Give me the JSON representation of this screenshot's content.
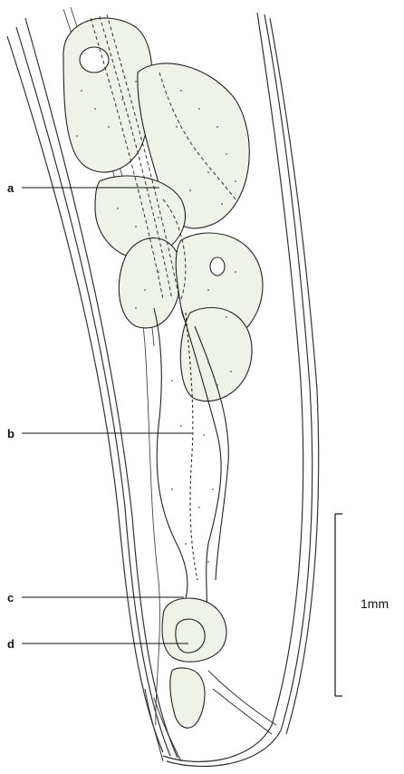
{
  "figure": {
    "labels": {
      "a": "a",
      "b": "b",
      "c": "c",
      "d": "d"
    },
    "scale_bar": {
      "text": "1mm"
    },
    "colors": {
      "ink": "#222222",
      "tissue_fill": "#eef2e9",
      "background": "#ffffff"
    }
  }
}
